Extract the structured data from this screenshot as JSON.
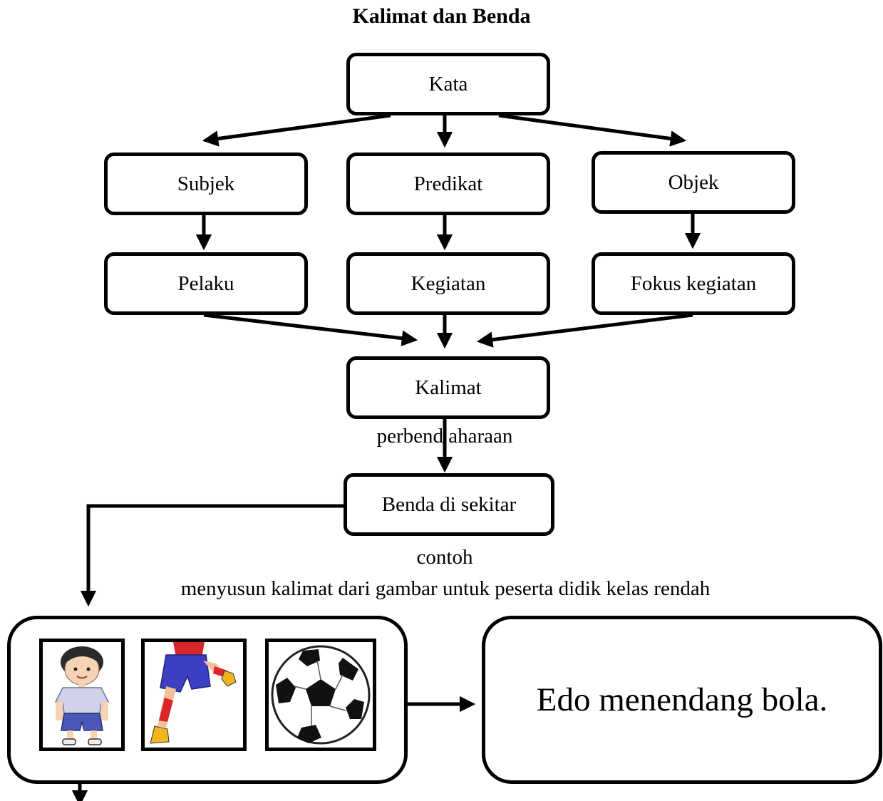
{
  "title": "Kalimat dan Benda",
  "nodes": {
    "kata": "Kata",
    "subjek": "Subjek",
    "predikat": "Predikat",
    "objek": "Objek",
    "pelaku": "Pelaku",
    "kegiatan": "Kegiatan",
    "fokus": "Fokus kegiatan",
    "kalimat": "Kalimat",
    "benda": "Benda di sekitar"
  },
  "edge_labels": {
    "perbendaharaan": "perbend aharaan",
    "contoh": "contoh",
    "menyusun": "menyusun kalimat dari gambar untuk peserta didik kelas rendah"
  },
  "pictures": [
    "boy-illustration",
    "kicking-leg-illustration",
    "soccer-ball-illustration"
  ],
  "result_sentence": "Edo menendang bola."
}
